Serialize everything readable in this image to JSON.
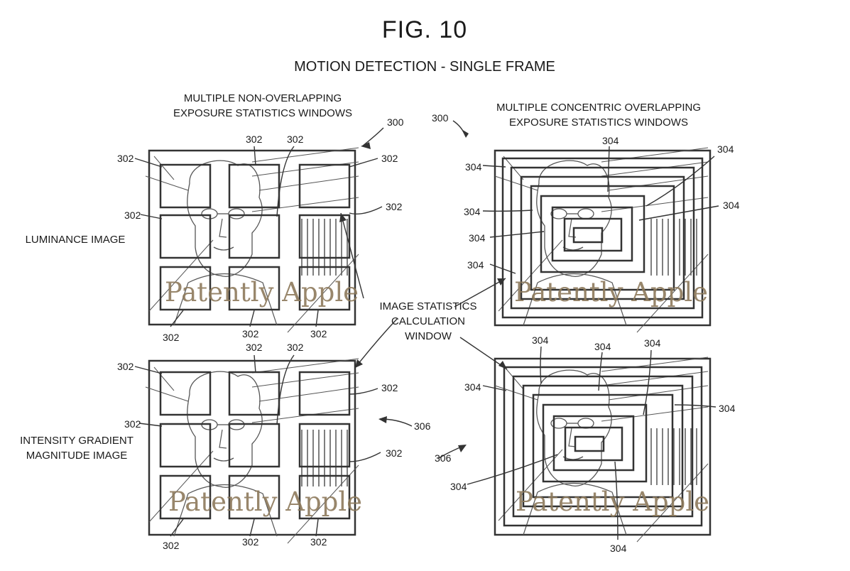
{
  "figure": {
    "title": "FIG. 10",
    "subtitle": "MOTION DETECTION - SINGLE FRAME"
  },
  "captions": {
    "left_top_line1": "MULTIPLE NON-OVERLAPPING",
    "left_top_line2": "EXPOSURE STATISTICS WINDOWS",
    "right_top_line1": "MULTIPLE CONCENTRIC OVERLAPPING",
    "right_top_line2": "EXPOSURE STATISTICS WINDOWS",
    "center_line1": "IMAGE STATISTICS",
    "center_line2": "CALCULATION",
    "center_line3": "WINDOW"
  },
  "row_labels": {
    "luminance": "LUMINANCE IMAGE",
    "gradient_line1": "INTENSITY GRADIENT",
    "gradient_line2": "MAGNITUDE IMAGE"
  },
  "watermark": "Patently Apple",
  "refs": {
    "r300": "300",
    "r302": "302",
    "r304": "304",
    "r306": "306"
  }
}
